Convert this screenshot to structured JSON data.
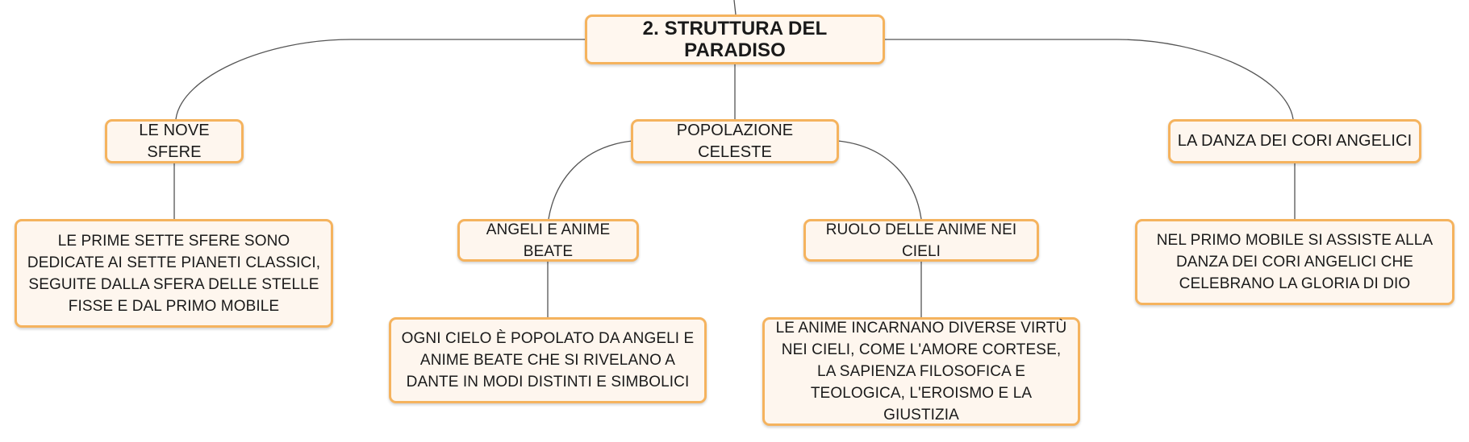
{
  "diagram": {
    "root": {
      "label": "2. STRUTTURA DEL PARADISO"
    },
    "branches": [
      {
        "id": "nove-sfere",
        "label": "LE NOVE SFERE",
        "children": [
          {
            "id": "prime-sette-sfere",
            "label": "LE PRIME SETTE SFERE SONO DEDICATE AI SETTE PIANETI CLASSICI, SEGUITE DALLA SFERA DELLE STELLE FISSE E DAL PRIMO MOBILE"
          }
        ]
      },
      {
        "id": "popolazione-celeste",
        "label": "POPOLAZIONE CELESTE",
        "children": [
          {
            "id": "angeli-anime-beate",
            "label": "ANGELI E ANIME BEATE",
            "children": [
              {
                "id": "ogni-cielo",
                "label": "OGNI CIELO È POPOLATO DA ANGELI E ANIME BEATE CHE SI RIVELANO A DANTE IN MODI DISTINTI E SIMBOLICI"
              }
            ]
          },
          {
            "id": "ruolo-anime",
            "label": "RUOLO DELLE ANIME NEI CIELI",
            "children": [
              {
                "id": "anime-incarnano",
                "label": "LE ANIME INCARNANO DIVERSE VIRTÙ NEI CIELI, COME L'AMORE CORTESE, LA SAPIENZA FILOSOFICA E TEOLOGICA, L'EROISMO E LA GIUSTIZIA"
              }
            ]
          }
        ]
      },
      {
        "id": "danza-cori",
        "label": "LA DANZA DEI CORI ANGELICI",
        "children": [
          {
            "id": "primo-mobile",
            "label": "NEL PRIMO MOBILE SI ASSISTE ALLA DANZA DEI CORI ANGELICI CHE CELEBRANO LA GLORIA DI DIO"
          }
        ]
      }
    ],
    "colors": {
      "node_fill": "#fef6ee",
      "node_border": "#f5b35e",
      "connector": "#555555",
      "text": "#1a1a1a"
    }
  }
}
